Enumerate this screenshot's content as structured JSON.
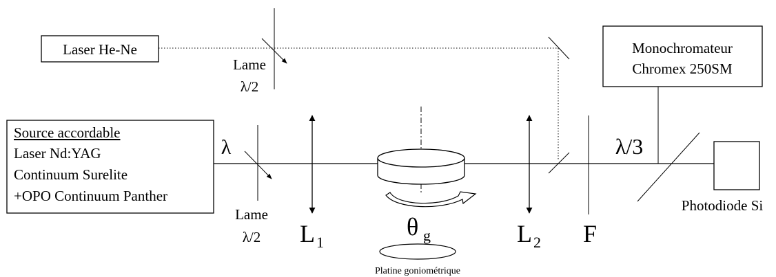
{
  "he_ne": {
    "label": "Laser He-Ne"
  },
  "monochromator": {
    "line1": "Monochromateur",
    "line2": "Chromex 250SM"
  },
  "source": {
    "title": "Source accordable",
    "line1": "Laser Nd:YAG",
    "line2": "Continuum Surelite",
    "line3": "+OPO Continuum Panther"
  },
  "waveplate_top": {
    "line1": "Lame",
    "line2": "λ/2"
  },
  "waveplate_bottom": {
    "line1": "Lame",
    "line2": "λ/2"
  },
  "lambda_label": "λ",
  "lambda3_label": "λ/3",
  "lens1": {
    "letter": "L",
    "index": "1"
  },
  "lens2": {
    "letter": "L",
    "index": "2"
  },
  "filter_label": "F",
  "theta": {
    "symbol": "θ",
    "sub": "g"
  },
  "stage_label": "Platine goniométrique",
  "photodiode_label": "Photodiode Si",
  "colors": {
    "ink": "#000000",
    "background": "#ffffff"
  }
}
